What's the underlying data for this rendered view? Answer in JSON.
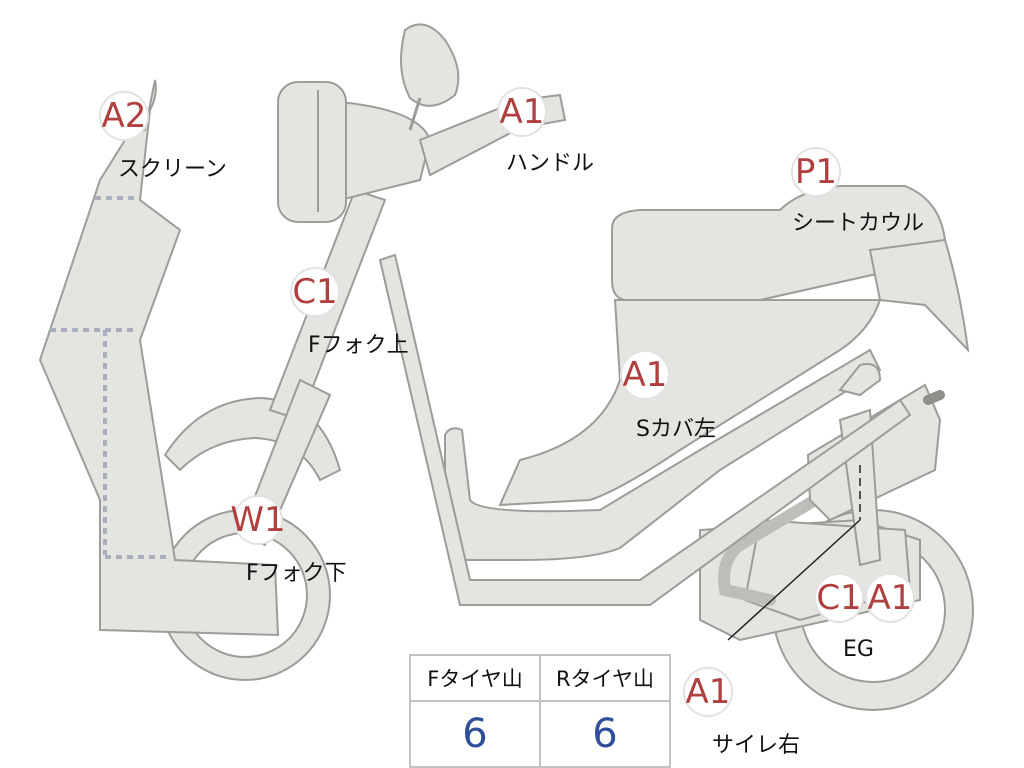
{
  "badges": [
    {
      "grade": "A2",
      "label": "スクリーン"
    },
    {
      "grade": "A1",
      "label": "ハンドル"
    },
    {
      "grade": "P1",
      "label": "シートカウル"
    },
    {
      "grade": "C1",
      "label": "Fフォク上"
    },
    {
      "grade": "A1",
      "label": "Sカバ左"
    },
    {
      "grade": "W1",
      "label": "Fフォク下"
    },
    {
      "grade": "C1",
      "label": "EG"
    },
    {
      "grade": "A1",
      "label": ""
    },
    {
      "grade": "A1",
      "label": "サイレ右"
    }
  ],
  "tire_table": {
    "headers": [
      "Fタイヤ山",
      "Rタイヤ山"
    ],
    "values": [
      "6",
      "6"
    ]
  }
}
